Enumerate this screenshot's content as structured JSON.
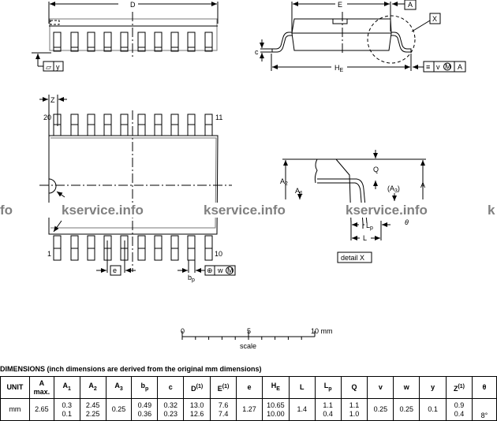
{
  "drawing": {
    "top_view": {
      "dim_D": "D",
      "flatness_symbol": "▱",
      "flatness_label": "y"
    },
    "side_view": {
      "dim_E": "E",
      "datum_A": "A",
      "detail_ref": "X",
      "dim_c": "c",
      "dim_HE": "H",
      "dim_HE_sub": "E",
      "tol_symbol": "≡",
      "tol_v": "v",
      "tol_m": "M",
      "tol_datum": "A"
    },
    "pin_view": {
      "dim_Z": "Z",
      "pin_20": "20",
      "pin_11": "11",
      "pin_1": "1",
      "pin_10": "10",
      "dim_e": "e",
      "dim_bp": "b",
      "dim_bp_sub": "p",
      "tol_symbol": "⊕",
      "tol_w": "w",
      "tol_m": "M"
    },
    "detail": {
      "A2": "A",
      "A2_sub": "2",
      "A1": "A",
      "A1_sub": "1",
      "Q": "Q",
      "A3": "(A",
      "A3_sub": "3",
      "A3_close": ")",
      "A": "A",
      "Lp": "L",
      "Lp_sub": "p",
      "L": "L",
      "theta": "θ",
      "label": "detail X"
    },
    "scale": {
      "t0": "0",
      "t5": "5",
      "t10": "10 mm",
      "label": "scale"
    },
    "watermark": [
      "fo",
      "kservice.info",
      "kservice.info",
      "kservice.info",
      "k"
    ]
  },
  "dimensions": {
    "title": "DIMENSIONS (inch dimensions are derived from the original mm dimensions)",
    "headers": [
      {
        "m": "UNIT"
      },
      {
        "m": "A",
        "s2": "max."
      },
      {
        "m": "A",
        "sub": "1"
      },
      {
        "m": "A",
        "sub": "2"
      },
      {
        "m": "A",
        "sub": "3"
      },
      {
        "m": "b",
        "sub": "p"
      },
      {
        "m": "c"
      },
      {
        "m": "D",
        "sup": "(1)"
      },
      {
        "m": "E",
        "sup": "(1)"
      },
      {
        "m": "e"
      },
      {
        "m": "H",
        "sub": "E"
      },
      {
        "m": "L"
      },
      {
        "m": "L",
        "sub": "p"
      },
      {
        "m": "Q"
      },
      {
        "m": "v"
      },
      {
        "m": "w"
      },
      {
        "m": "y"
      },
      {
        "m": "Z",
        "sup": "(1)"
      },
      {
        "m": "θ"
      }
    ],
    "row": [
      [
        "mm"
      ],
      [
        "2.65"
      ],
      [
        "0.3",
        "0.1"
      ],
      [
        "2.45",
        "2.25"
      ],
      [
        "0.25"
      ],
      [
        "0.49",
        "0.36"
      ],
      [
        "0.32",
        "0.23"
      ],
      [
        "13.0",
        "12.6"
      ],
      [
        "7.6",
        "7.4"
      ],
      [
        "1.27"
      ],
      [
        "10.65",
        "10.00"
      ],
      [
        "1.4"
      ],
      [
        "1.1",
        "0.4"
      ],
      [
        "1.1",
        "1.0"
      ],
      [
        "0.25"
      ],
      [
        "0.25"
      ],
      [
        "0.1"
      ],
      [
        "0.9",
        "0.4"
      ],
      [
        "8°"
      ]
    ]
  }
}
